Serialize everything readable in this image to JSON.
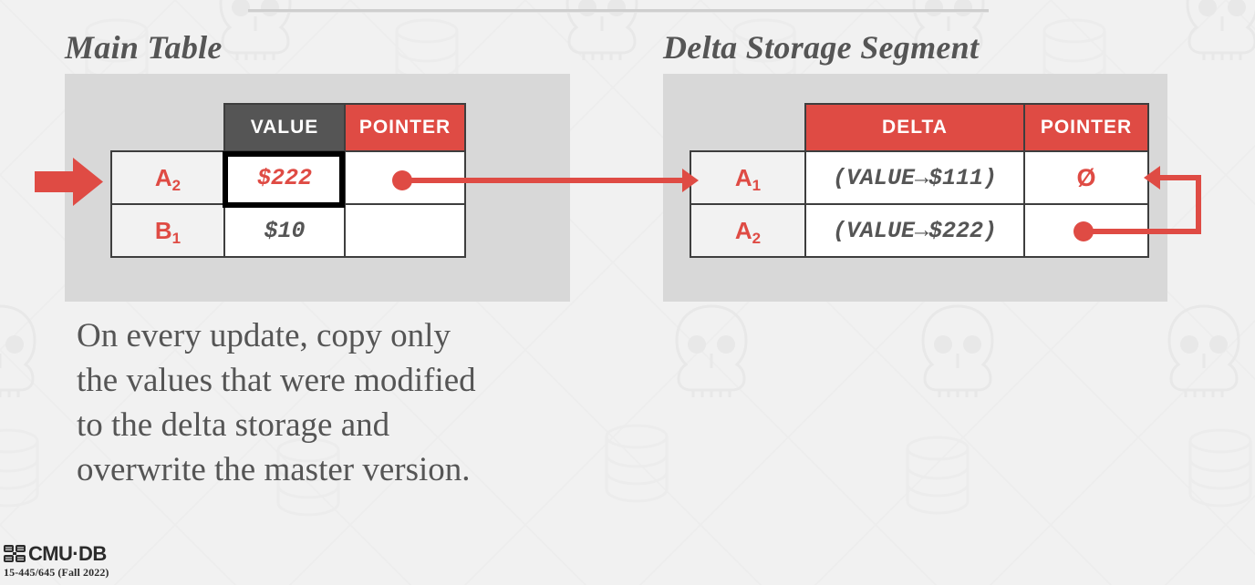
{
  "slide": {
    "divider": "horizontal-rule"
  },
  "main_table": {
    "title": "Main Table",
    "columns": [
      "",
      "VALUE",
      "POINTER"
    ],
    "rows": [
      {
        "key": "A",
        "sub": "2",
        "value": "$222",
        "pointer": "dot",
        "highlight_value": true
      },
      {
        "key": "B",
        "sub": "1",
        "value": "$10",
        "pointer": "",
        "highlight_value": false
      }
    ]
  },
  "delta_table": {
    "title": "Delta Storage Segment",
    "columns": [
      "",
      "DELTA",
      "POINTER"
    ],
    "rows": [
      {
        "key": "A",
        "sub": "1",
        "delta": "(VALUE→$111)",
        "pointer": "Ø"
      },
      {
        "key": "A",
        "sub": "2",
        "delta": "(VALUE→$222)",
        "pointer": "dot"
      }
    ]
  },
  "annotations": {
    "incoming_arrow": "red-right-arrow",
    "main_to_delta_link": "pointer-arrow-to-delta-A1",
    "delta_loopback_link": "pointer-arrow-A2-to-A1"
  },
  "body": {
    "text": "On every update, copy only\nthe values that were modified\nto the delta storage and\noverwrite the master version."
  },
  "footer": {
    "logo_text": "CMU·DB",
    "course": "15-445/645 (Fall 2022)"
  },
  "colors": {
    "accent_red": "#df4b44",
    "header_dark": "#555555",
    "panel_gray": "#d8d8d8",
    "page_bg": "#f1f1f1",
    "border_dark": "#3e3e3e",
    "highlight_border": "#000000"
  }
}
